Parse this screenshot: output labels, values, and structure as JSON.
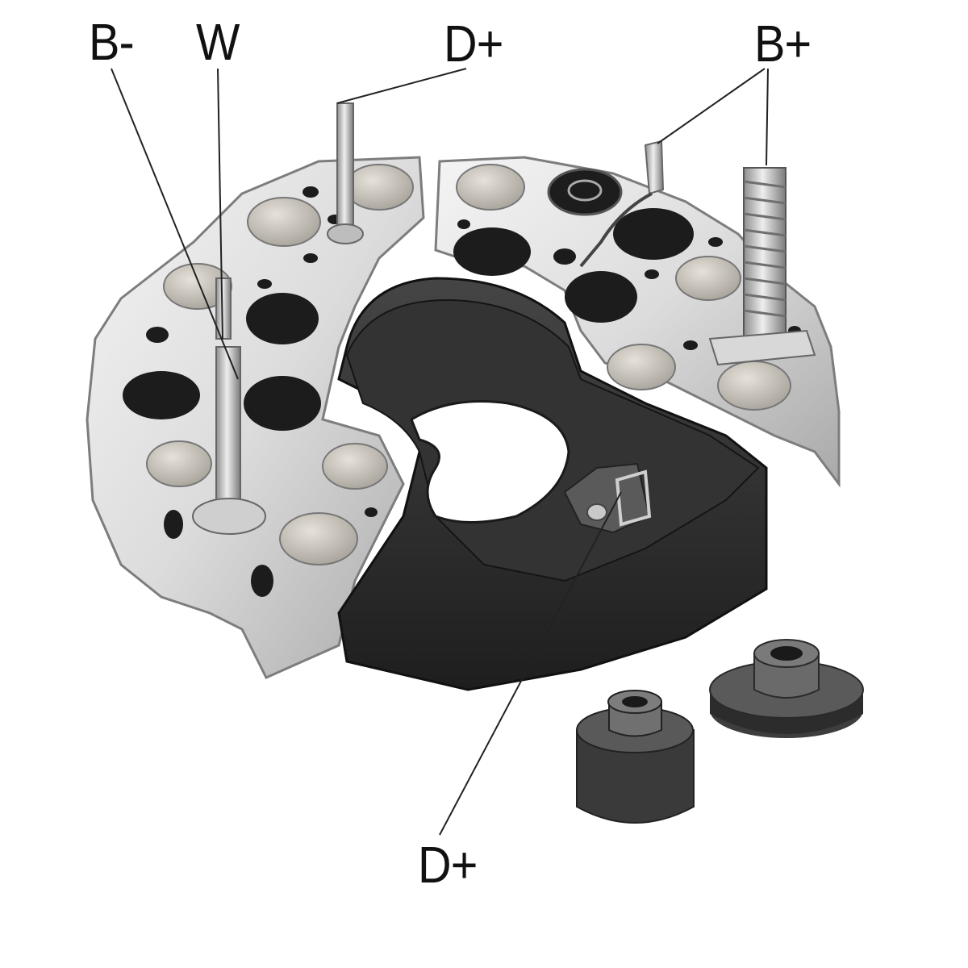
{
  "labels": {
    "b_minus": "B-",
    "w": "W",
    "d_plus_top": "D+",
    "b_plus": "B+",
    "d_plus_bottom": "D+"
  },
  "colors": {
    "metal_light": "#e9e9e9",
    "metal_mid": "#bdbdbd",
    "metal_dark": "#8a8a8a",
    "plastic": "#2a2a2a",
    "plastic_mid": "#3c3c3c",
    "diode": "#cfcac2",
    "leader": "#222222"
  }
}
